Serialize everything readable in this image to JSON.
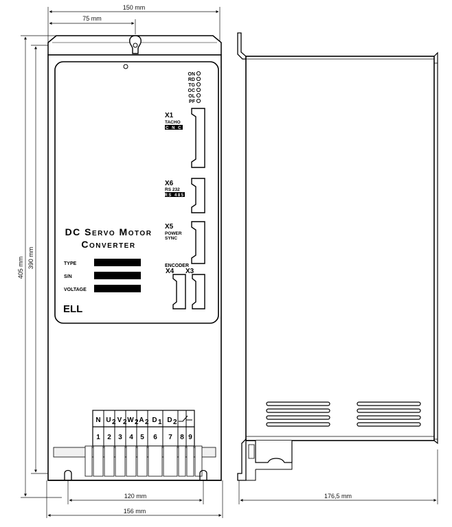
{
  "dimensions": {
    "front_width": "150 mm",
    "half_width": "75 mm",
    "total_height": "405 mm",
    "inner_height": "390 mm",
    "mount_spacing": "120 mm",
    "base_width": "156 mm",
    "depth": "176,5 mm"
  },
  "panel": {
    "title_line1": "DC Servo Motor",
    "title_line2": "Converter",
    "brand": "ELL",
    "fields": [
      {
        "label": "TYPE"
      },
      {
        "label": "S/N"
      },
      {
        "label": "VOLTAGE"
      }
    ]
  },
  "leds": [
    "ON",
    "RD",
    "TG",
    "OC",
    "OL",
    "PF"
  ],
  "connectors": {
    "x1": {
      "id": "X1",
      "sub": "TACHO",
      "tag": "C N C"
    },
    "x6": {
      "id": "X6",
      "sub": "RS 232",
      "tag": "RS 485"
    },
    "x5": {
      "id": "X5",
      "sub1": "POWER",
      "sub2": "SYNC"
    },
    "encoder": "ENCODER",
    "x4": "X4",
    "x3": "X3"
  },
  "terminals": {
    "labels": [
      "N",
      "U",
      "V",
      "W",
      "A",
      "D",
      "D"
    ],
    "subs": [
      "",
      "2",
      "2",
      "2",
      "2",
      "1",
      "2"
    ],
    "numbers": [
      "1",
      "2",
      "3",
      "4",
      "5",
      "6",
      "7",
      "8",
      "9"
    ]
  }
}
